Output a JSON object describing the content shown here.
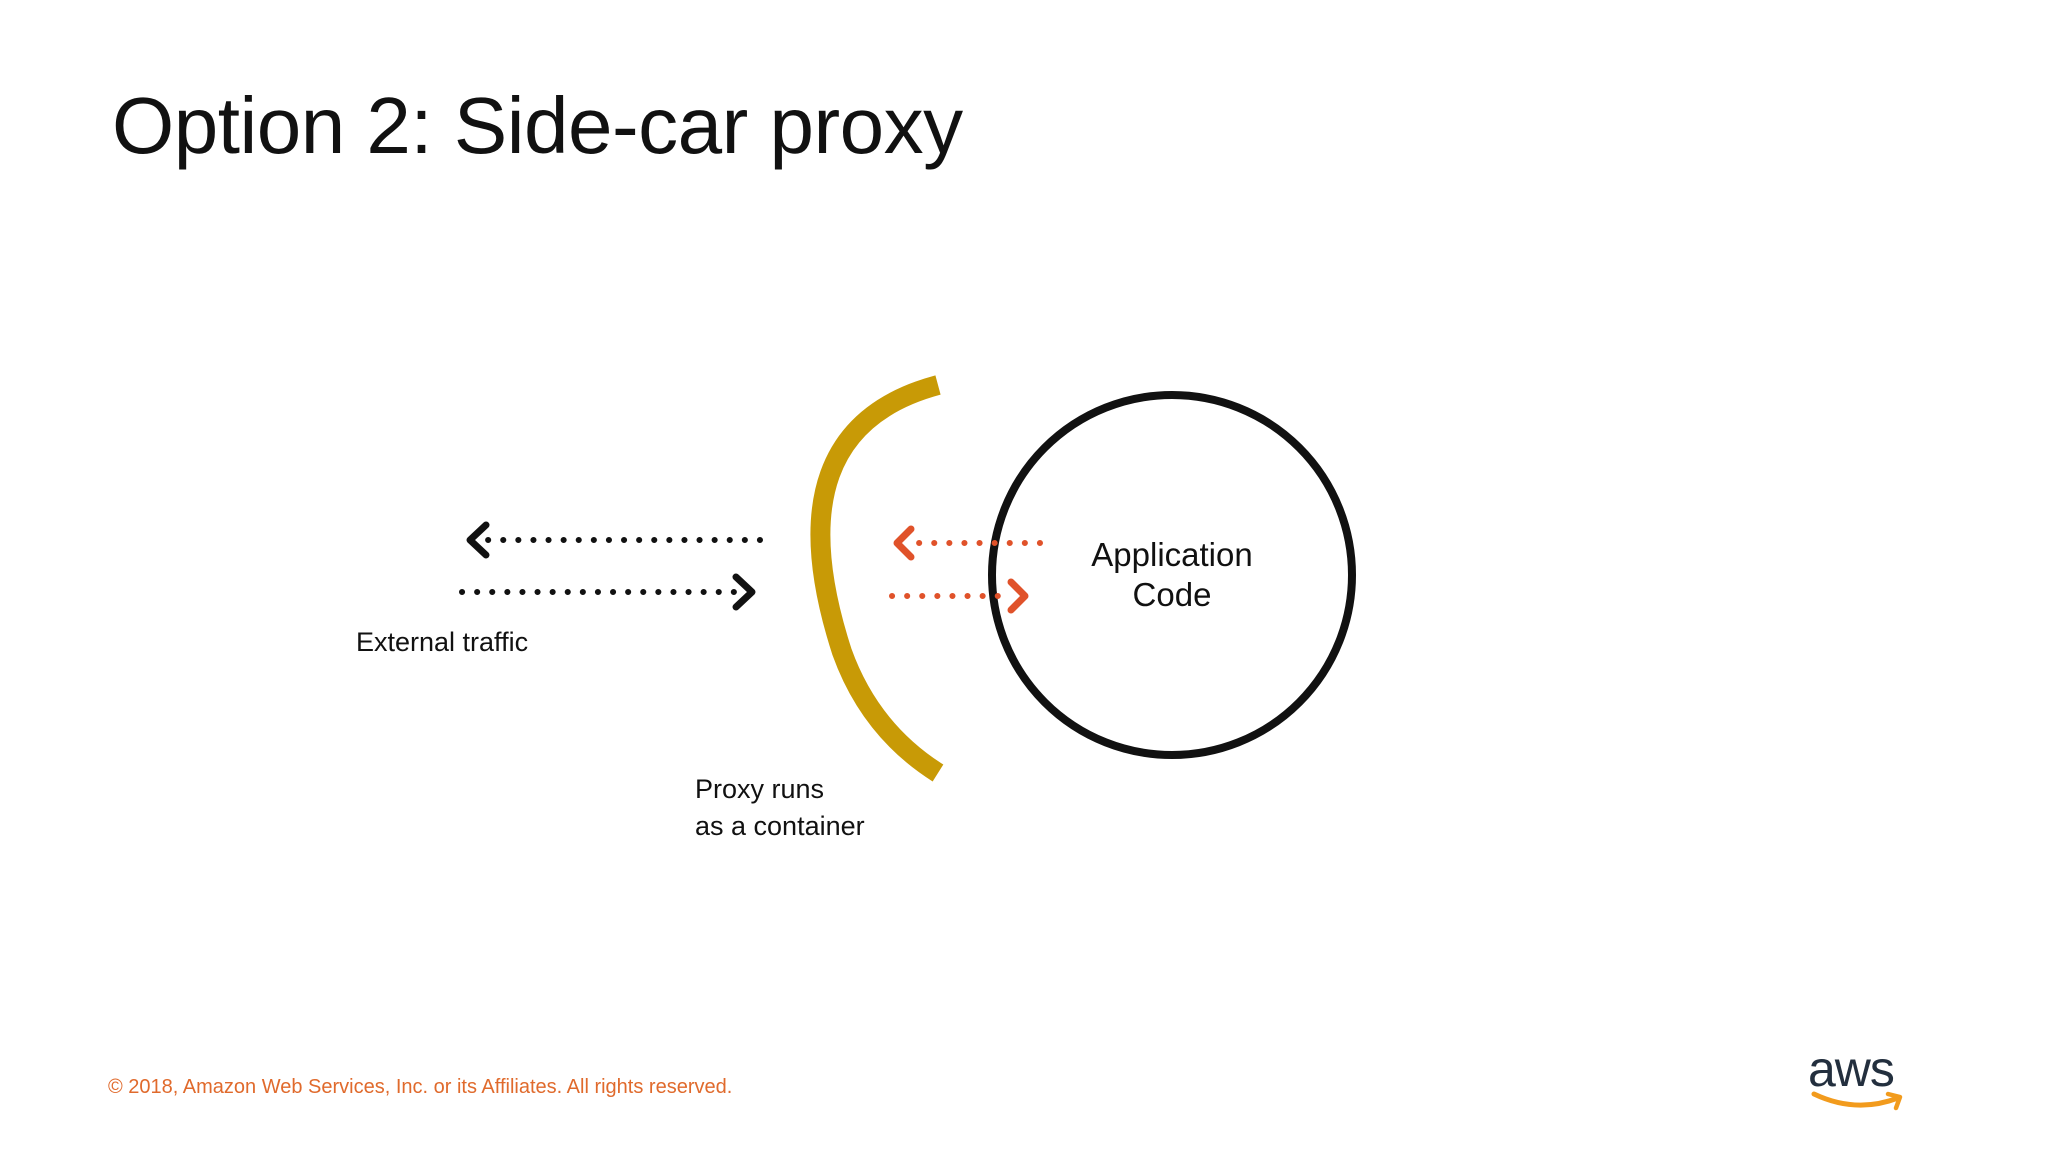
{
  "slide": {
    "title": "Option 2: Side-car proxy"
  },
  "diagram": {
    "application_label": [
      "Application",
      "Code"
    ],
    "external_traffic_label": "External traffic",
    "proxy_label": [
      "Proxy runs",
      "as a container"
    ],
    "colors": {
      "proxy_arc": "#c89a06",
      "internal_arrows": "#e0522a",
      "external_arrows": "#111111",
      "app_circle": "#111111"
    }
  },
  "footer": {
    "copyright": "© 2018, Amazon Web Services, Inc. or its Affiliates. All rights reserved.",
    "logo_text": "aws",
    "logo_accent": "#f29b1d"
  }
}
